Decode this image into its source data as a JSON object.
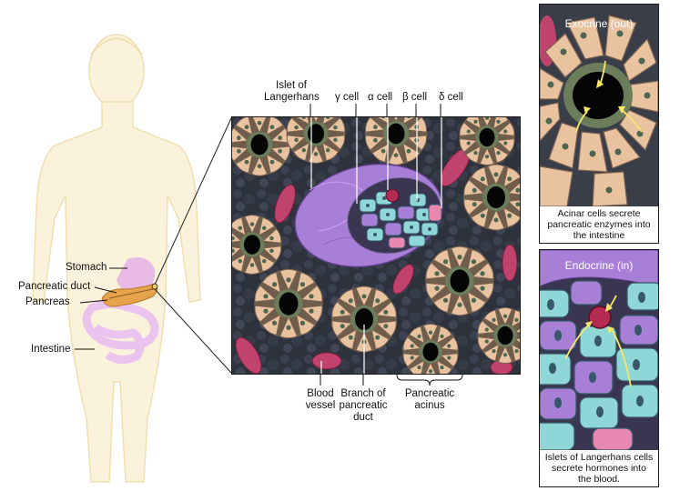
{
  "body_labels": {
    "stomach": "Stomach",
    "pancreatic_duct": "Pancreatic duct",
    "pancreas": "Pancreas",
    "intestine": "Intestine"
  },
  "cell_labels": {
    "islet": [
      "Islet of",
      "Langerhans"
    ],
    "gamma": "γ cell",
    "alpha": "α cell",
    "beta": "β cell",
    "delta": "δ cell"
  },
  "bottom_labels": {
    "blood_vessel": [
      "Blood",
      "vessel"
    ],
    "duct_branch": [
      "Branch of",
      "pancreatic",
      "duct"
    ],
    "acinus": [
      "Pancreatic",
      "acinus"
    ]
  },
  "exocrine": {
    "title": "Exocrine (out)",
    "caption": [
      "Acinar cells secrete",
      "pancreatic enzymes into",
      "the intestine"
    ]
  },
  "endocrine": {
    "title": "Endocrine (in)",
    "caption": [
      "Islets of Langerhans cells",
      "secrete hormones into",
      "the blood."
    ]
  },
  "colors": {
    "acinar": "#e9c3a0",
    "islet": "#a87fd6",
    "beta_cell": "#8fd6d6",
    "alpha_cell": "#b32a52",
    "vessel": "#c0436e",
    "background": "#2a2d36",
    "arrow": "#f5e76a"
  }
}
